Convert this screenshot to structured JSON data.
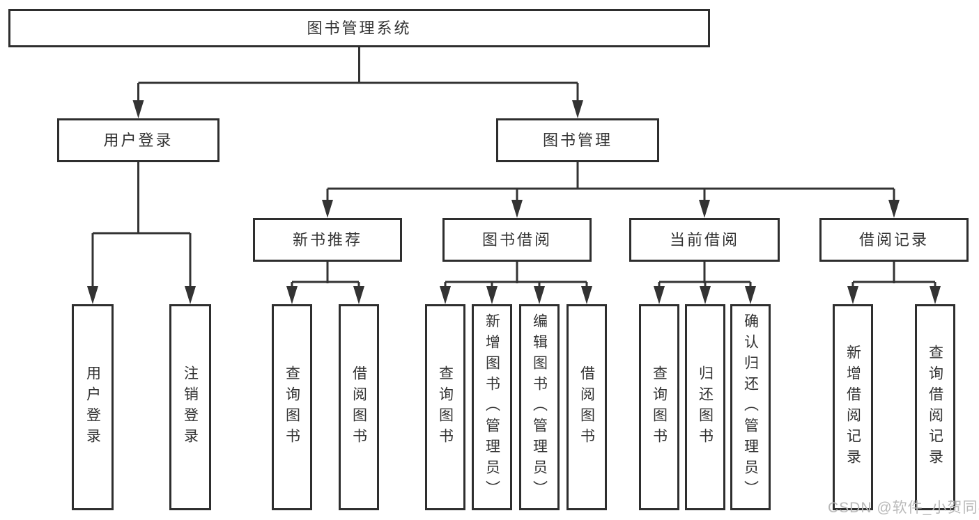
{
  "tree": {
    "root": {
      "label": "图书管理系统",
      "children": [
        {
          "label": "用户登录",
          "children": [
            {
              "label": "用户登录"
            },
            {
              "label": "注销登录"
            }
          ]
        },
        {
          "label": "图书管理",
          "children": [
            {
              "label": "新书推荐",
              "children": [
                {
                  "label": "查询图书"
                },
                {
                  "label": "借阅图书"
                }
              ]
            },
            {
              "label": "图书借阅",
              "children": [
                {
                  "label": "查询图书"
                },
                {
                  "label": "新增图书（管理员）"
                },
                {
                  "label": "编辑图书（管理员）"
                },
                {
                  "label": "借阅图书"
                }
              ]
            },
            {
              "label": "当前借阅",
              "children": [
                {
                  "label": "查询图书"
                },
                {
                  "label": "归还图书"
                },
                {
                  "label": "确认归还（管理员）"
                }
              ]
            },
            {
              "label": "借阅记录",
              "children": [
                {
                  "label": "新增借阅记录"
                },
                {
                  "label": "查询借阅记录"
                }
              ]
            }
          ]
        }
      ]
    }
  },
  "watermark": {
    "text": "CSDN @软件_小贺同学"
  },
  "colors": {
    "line": "#333333",
    "box_border": "#2e2e2e",
    "text": "#333333",
    "watermark": "#b9b9b9",
    "background": "#ffffff"
  }
}
